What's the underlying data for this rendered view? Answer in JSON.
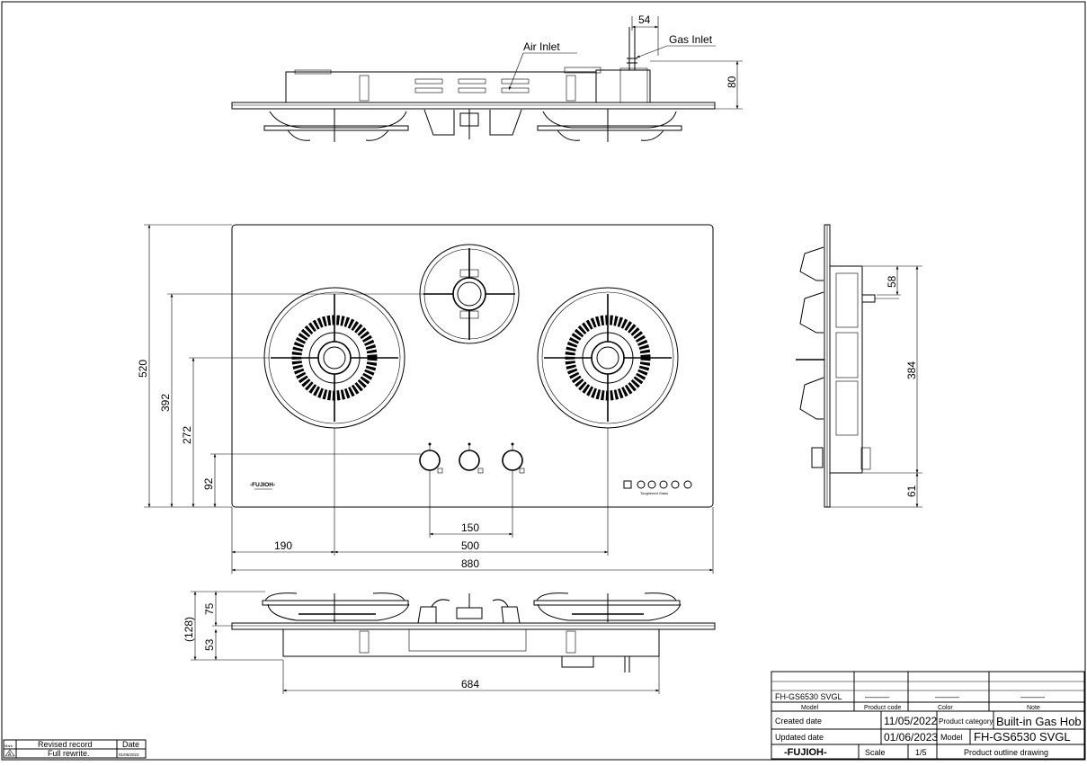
{
  "labels": {
    "air_inlet": "Air Inlet",
    "gas_inlet": "Gas Inlet"
  },
  "dimensions": {
    "gas_inlet_offset": "54",
    "top_height": "80",
    "depth_total": "520",
    "burner_rear_y": "392",
    "burner_side_y": "272",
    "knob_y": "92",
    "knob_spacing": "150",
    "left_offset": "190",
    "burner_span": "500",
    "width_total": "880",
    "side_58": "58",
    "side_384": "384",
    "side_61": "61",
    "front_total": "(128)",
    "front_upper": "75",
    "front_lower": "53",
    "cutout_width": "684"
  },
  "panel": {
    "brand": "-FUJIOH-",
    "control_text": "Toughened Glass"
  },
  "title_block": {
    "model_value": "FH-GS6530 SVGL",
    "dash1": "———",
    "dash2": "———",
    "dash3": "———",
    "model_label": "Model",
    "product_code_label": "Product code",
    "color_label": "Color",
    "note_label": "Note",
    "created_label": "Created date",
    "created_value": "11/05/2022",
    "category_label": "Product category",
    "category_value": "Built-in Gas Hob",
    "updated_label": "Updated date",
    "updated_value": "01/06/2023",
    "model_label2": "Model",
    "model_value2": "FH-GS6530 SVGL",
    "brand": "-FUJIOH-",
    "scale_label": "Scale",
    "scale_value": "1/5",
    "drawing_type": "Product outline drawing"
  },
  "revision": {
    "mark_label": "Mark",
    "mark_symbol": "A",
    "record_label": "Revised record",
    "record_value": "Full rewrite.",
    "date_label": "Date",
    "date_value": "01/06/2023"
  }
}
